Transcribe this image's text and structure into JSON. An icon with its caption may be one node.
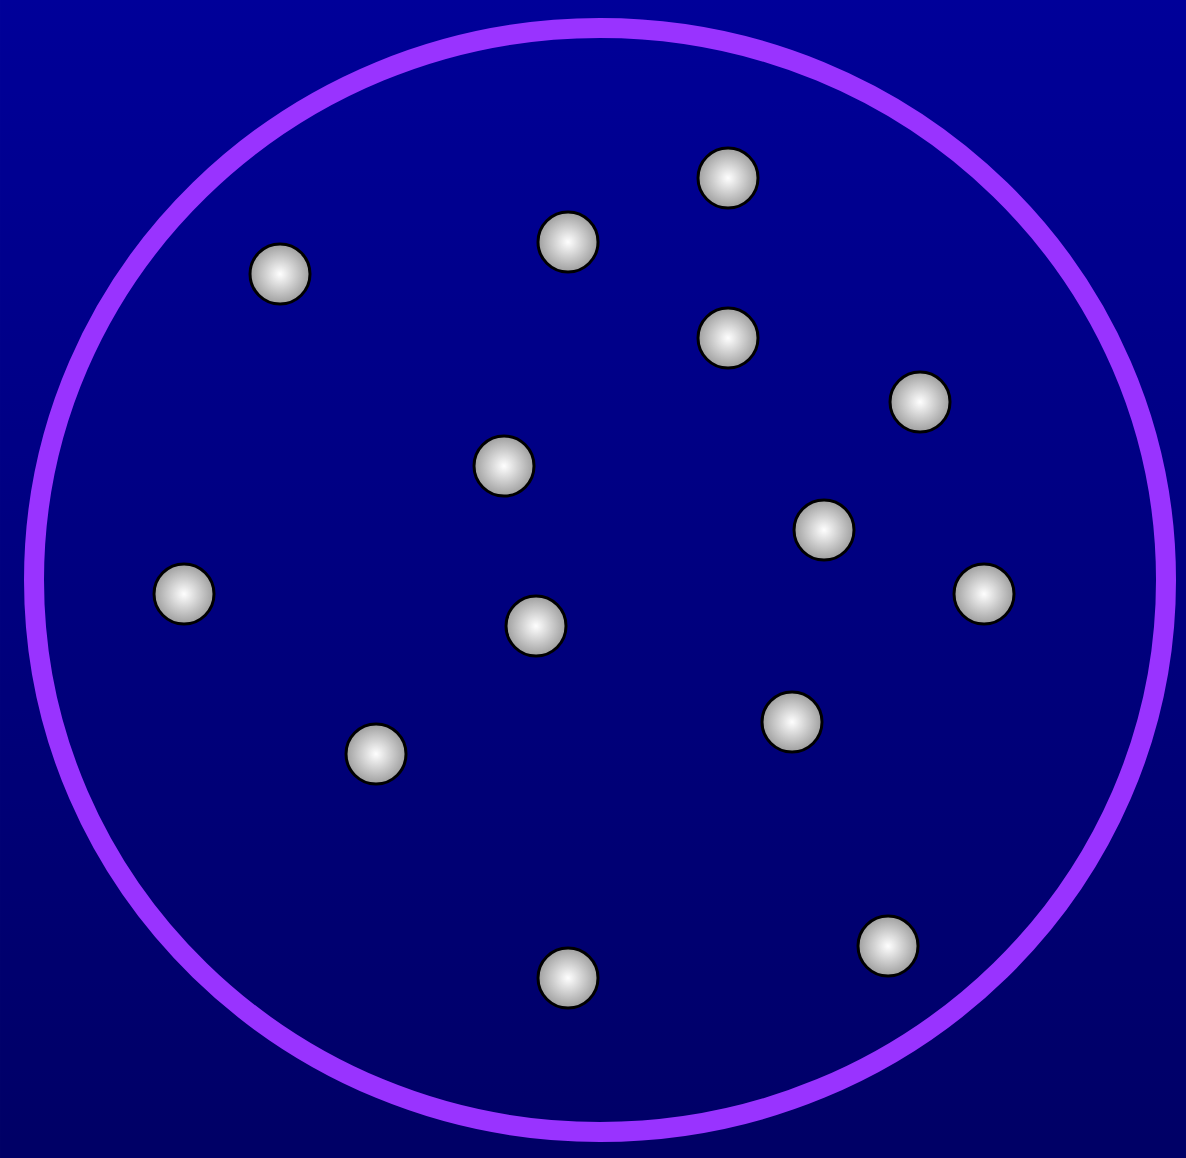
{
  "diagram": {
    "nodes": [
      {
        "text": [],
        "shape": "circle"
      },
      {
        "text": [],
        "shape": "circle",
        "in": 0
      },
      {
        "text": [],
        "shape": "circle",
        "in": 0
      },
      {
        "text": [],
        "shape": "circle",
        "in": 0
      },
      {
        "text": [],
        "shape": "circle",
        "in": 0
      },
      {
        "text": [],
        "shape": "circle",
        "in": 0
      },
      {
        "text": [],
        "shape": "circle",
        "in": 0
      },
      {
        "text": [],
        "shape": "circle",
        "in": 0
      },
      {
        "text": [],
        "shape": "circle",
        "in": 0
      },
      {
        "text": [],
        "shape": "circle",
        "in": 0
      },
      {
        "text": [],
        "shape": "circle",
        "in": 0
      },
      {
        "text": [],
        "shape": "circle",
        "in": 0
      },
      {
        "text": [],
        "shape": "circle",
        "in": 0
      },
      {
        "text": [],
        "shape": "circle",
        "in": 0
      },
      {
        "text": [],
        "shape": "circle",
        "in": 0
      }
    ]
  }
}
